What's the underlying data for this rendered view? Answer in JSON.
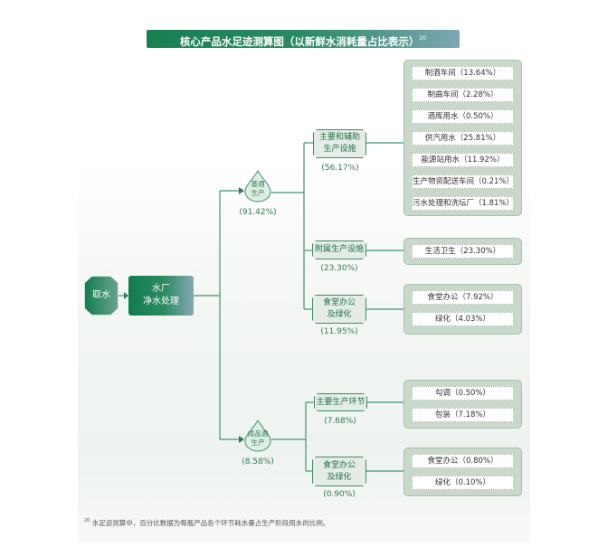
{
  "title": "核心产品水足迹测算图（以新鲜水消耗量占比表示）",
  "title_footnote_ref": "20",
  "source": {
    "label": "取水"
  },
  "plant": {
    "line1": "水厂",
    "line2": "净水处理"
  },
  "base_liquor": {
    "line1": "基酒",
    "line2": "生产",
    "pct": "(91.42%)",
    "branches": [
      {
        "label1": "主要和辅助",
        "label2": "生产设施",
        "pct": "(56.17%)",
        "items": [
          "制酒车间（13.64%）",
          "制曲车间（2.28%）",
          "酒库用水（0.50%）",
          "供汽用水（25.81%）",
          "能源站用水（11.92%）",
          "生产物资配送车间（0.21%）",
          "污水处理和洗坛厂（1.81%）"
        ]
      },
      {
        "label1": "附属生产设施",
        "label2": "",
        "pct": "(23.30%)",
        "items": [
          "生活卫生（23.30%）"
        ]
      },
      {
        "label1": "食堂办公",
        "label2": "及绿化",
        "pct": "(11.95%)",
        "items": [
          "食堂办公（7.92%）",
          "绿化（4.03%）"
        ]
      }
    ]
  },
  "finished_liquor": {
    "line1": "成品酒",
    "line2": "生产",
    "pct": "(8.58%)",
    "branches": [
      {
        "label1": "主要生产环节",
        "label2": "",
        "pct": "(7.68%)",
        "items": [
          "勾调（0.50%）",
          "包装（7.18%）"
        ]
      },
      {
        "label1": "食堂办公",
        "label2": "及绿化",
        "pct": "(0.90%)",
        "items": [
          "食堂办公（0.80%）",
          "绿化（0.10%）"
        ]
      }
    ]
  },
  "footnote": {
    "ref": "20",
    "text": "水足迹测算中，百分比数据为每瓶产品各个环节耗水量占生产阶段用水的比例。"
  },
  "colors": {
    "primary": "#177f52",
    "line": "#3e9470",
    "group_bg": "#c9d8ca"
  }
}
